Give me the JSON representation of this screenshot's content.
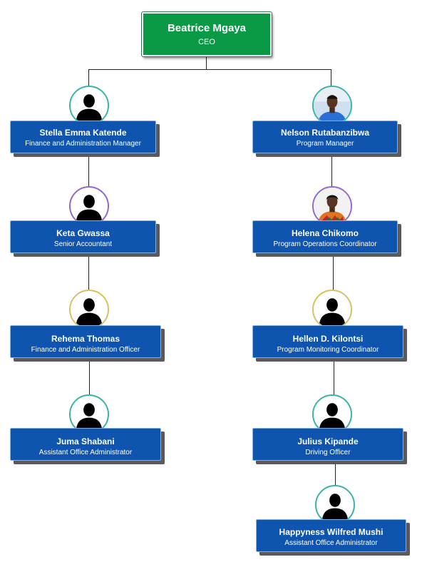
{
  "ceo": {
    "name": "Beatrice Mgaya",
    "title": "CEO",
    "color": "#0a9a45"
  },
  "left": [
    {
      "name": "Stella Emma Katende",
      "title": "Finance and Administration Manager",
      "avatar": "silhouette",
      "ring": "#3bb3a8"
    },
    {
      "name": "Keta Gwassa",
      "title": "Senior Accountant",
      "avatar": "silhouette",
      "ring": "#8e6ad0"
    },
    {
      "name": "Rehema Thomas",
      "title": "Finance and Administration Officer",
      "avatar": "silhouette",
      "ring": "#d9c060"
    },
    {
      "name": "Juma Shabani",
      "title": "Assistant Office Administrator",
      "avatar": "silhouette",
      "ring": "#3bb3a8"
    }
  ],
  "right": [
    {
      "name": "Nelson Rutabanzibwa",
      "title": "Program Manager",
      "avatar": "photo-man-blue-shirt",
      "ring": "#3bb3a8"
    },
    {
      "name": "Helena Chikomo",
      "title": "Program Operations Coordinator",
      "avatar": "photo-woman-patterned-top",
      "ring": "#8e6ad0"
    },
    {
      "name": "Hellen D. Kilontsi",
      "title": "Program Monitoring Coordinator",
      "avatar": "silhouette",
      "ring": "#d9c060"
    },
    {
      "name": "Julius Kipande",
      "title": "Driving Officer",
      "avatar": "silhouette",
      "ring": "#3bb3a8"
    },
    {
      "name": "Happyness Wilfred Mushi",
      "title": "Assistant Office Administrator",
      "avatar": "silhouette",
      "ring": "#3bb3a8"
    }
  ],
  "box_color": "#0f55b0",
  "connector_color": "#222222"
}
